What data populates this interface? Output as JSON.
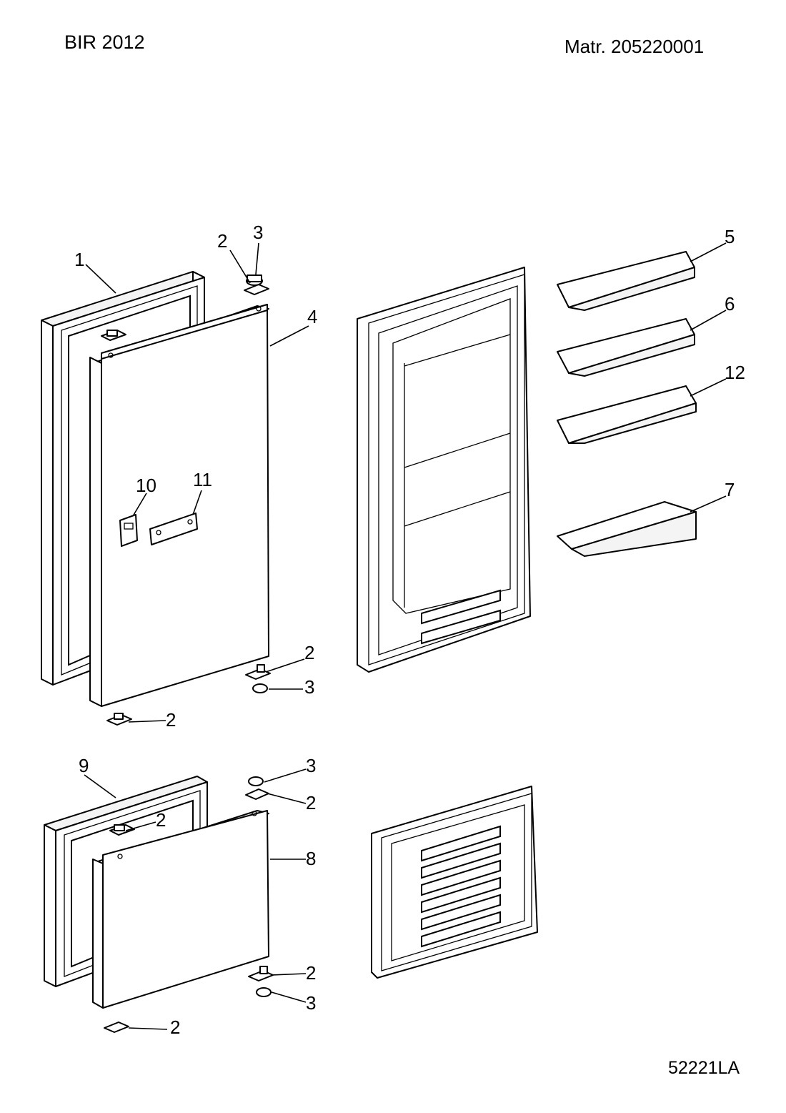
{
  "header": {
    "model": "BIR 2012",
    "material": "Matr. 205220001"
  },
  "footer": {
    "drawing_code": "52221LA"
  },
  "callouts": {
    "c1": "1",
    "c2a": "2",
    "c3a": "3",
    "c4": "4",
    "c5": "5",
    "c6": "6",
    "c12": "12",
    "c7": "7",
    "c10": "10",
    "c11": "11",
    "c2b": "2",
    "c3b": "3",
    "c2c": "2",
    "c9": "9",
    "c3c": "3",
    "c2d": "2",
    "c2e": "2",
    "c8": "8",
    "c2f": "2",
    "c3d": "3",
    "c2g": "2"
  }
}
